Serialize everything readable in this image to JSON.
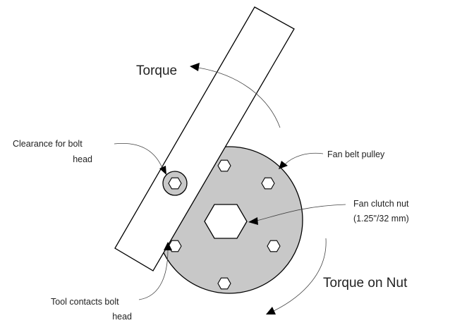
{
  "labels": {
    "torque": "Torque",
    "torque_on_nut": "Torque on Nut",
    "clearance_line1": "Clearance for bolt",
    "clearance_line2": "head",
    "fan_belt_pulley": "Fan belt pulley",
    "fan_clutch_nut_line1": "Fan clutch nut",
    "fan_clutch_nut_line2": "(1.25\"/32 mm)",
    "tool_contacts_line1": "Tool contacts bolt",
    "tool_contacts_line2": "head"
  },
  "colors": {
    "pulley_fill": "#c8c8c8",
    "outline": "#000000",
    "bolt_hex_fill": "#ffffff",
    "tool_fill": "#ffffff"
  }
}
